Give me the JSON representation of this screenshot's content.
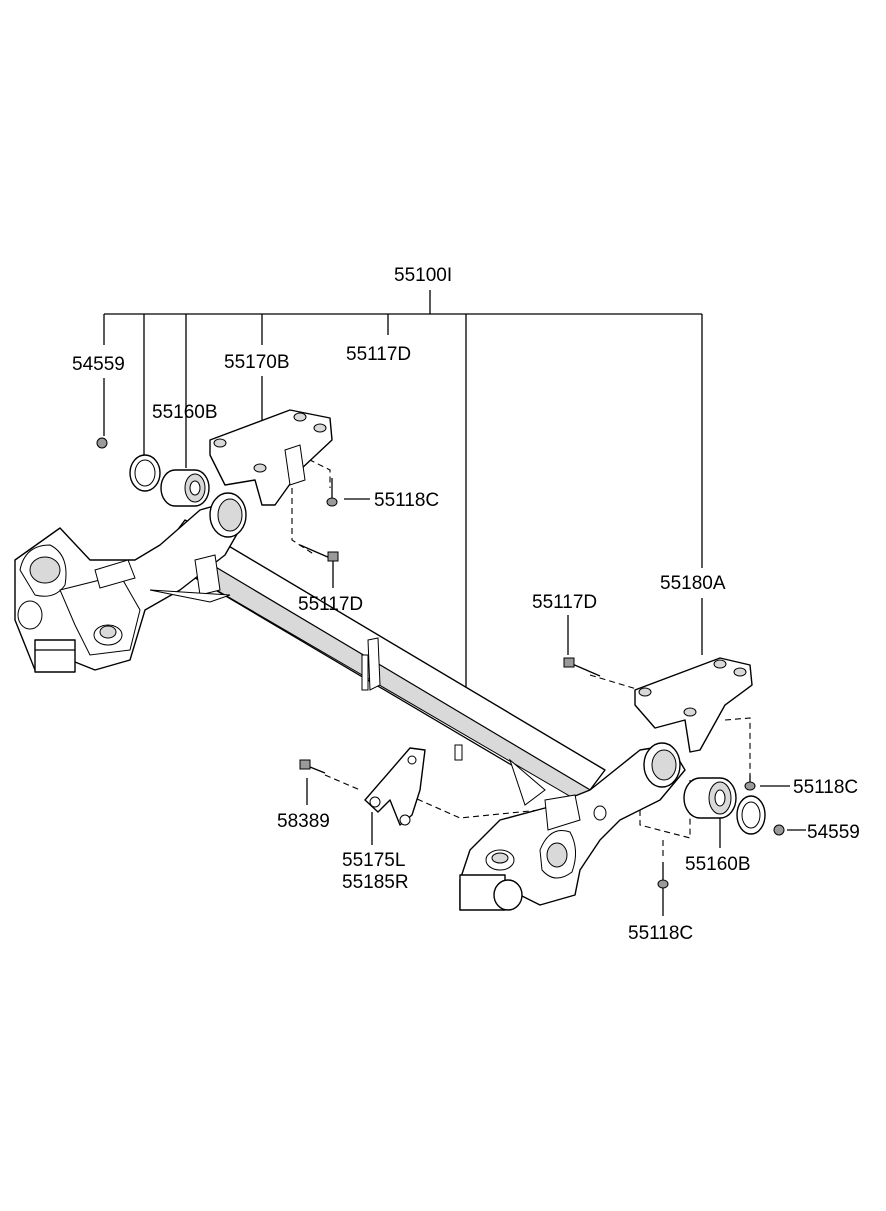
{
  "labels": {
    "assembly": "55100I",
    "nut_left": "54559",
    "bracket_left": "55170B",
    "bolt_top_left": "55117D",
    "bushing_left": "55160B",
    "screw_left": "55118C",
    "bolt_left_lower": "55117D",
    "bracket_right": "55180A",
    "bolt_right": "55117D",
    "screw_right": "55118C",
    "nut_right": "54559",
    "bushing_right": "55160B",
    "screw_right_lower": "55118C",
    "bolt_58389": "58389",
    "bracket_lower_l": "55175L",
    "bracket_lower_r": "55185R"
  }
}
